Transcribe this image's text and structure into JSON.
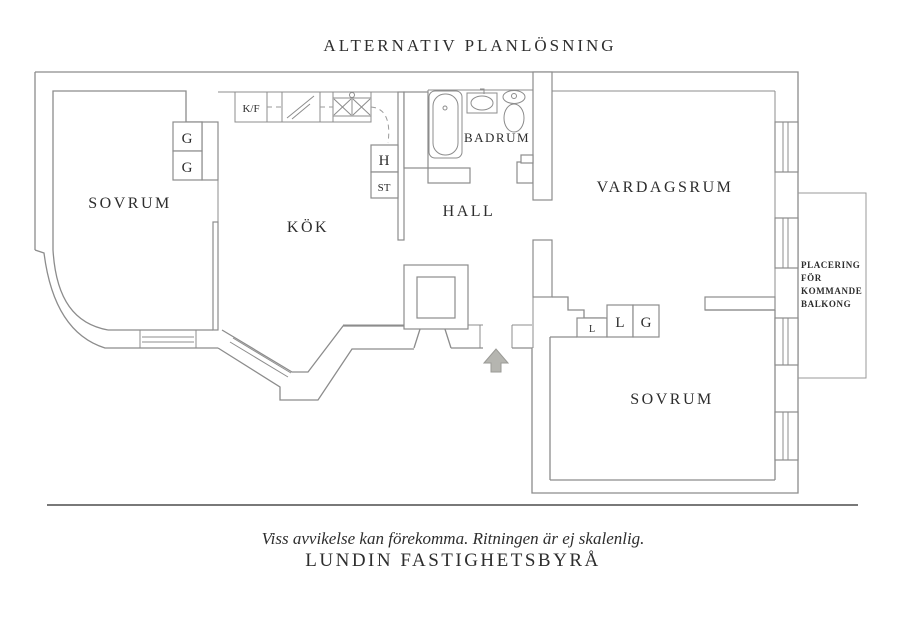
{
  "title": "ALTERNATIV PLANLÖSNING",
  "rooms": {
    "sovrum_left": "SOVRUM",
    "kok": "KÖK",
    "hall": "HALL",
    "badrum": "BADRUM",
    "vardagsrum": "VARDAGSRUM",
    "sovrum_right": "SOVRUM"
  },
  "fixtures": {
    "fridge_freezer": "K/F",
    "wardrobe_1": "G",
    "wardrobe_2": "G",
    "shelf": "H",
    "cleaning_closet": "ST",
    "linen_small": "L",
    "linen": "L",
    "wardrobe_3": "G"
  },
  "balcony_note": {
    "lines": [
      "PLACERING",
      "FÖR",
      "KOMMANDE",
      "BALKONG"
    ]
  },
  "footer": {
    "disclaimer": "Viss avvikelse kan förekomma. Ritningen är ej skalenlig.",
    "brand": "LUNDIN FASTIGHETSBYRÅ"
  },
  "colors": {
    "wall": "#8c8c8c",
    "text": "#2d2d2d",
    "arrow": "#b5b5b0",
    "divider": "#4d4d4d"
  }
}
